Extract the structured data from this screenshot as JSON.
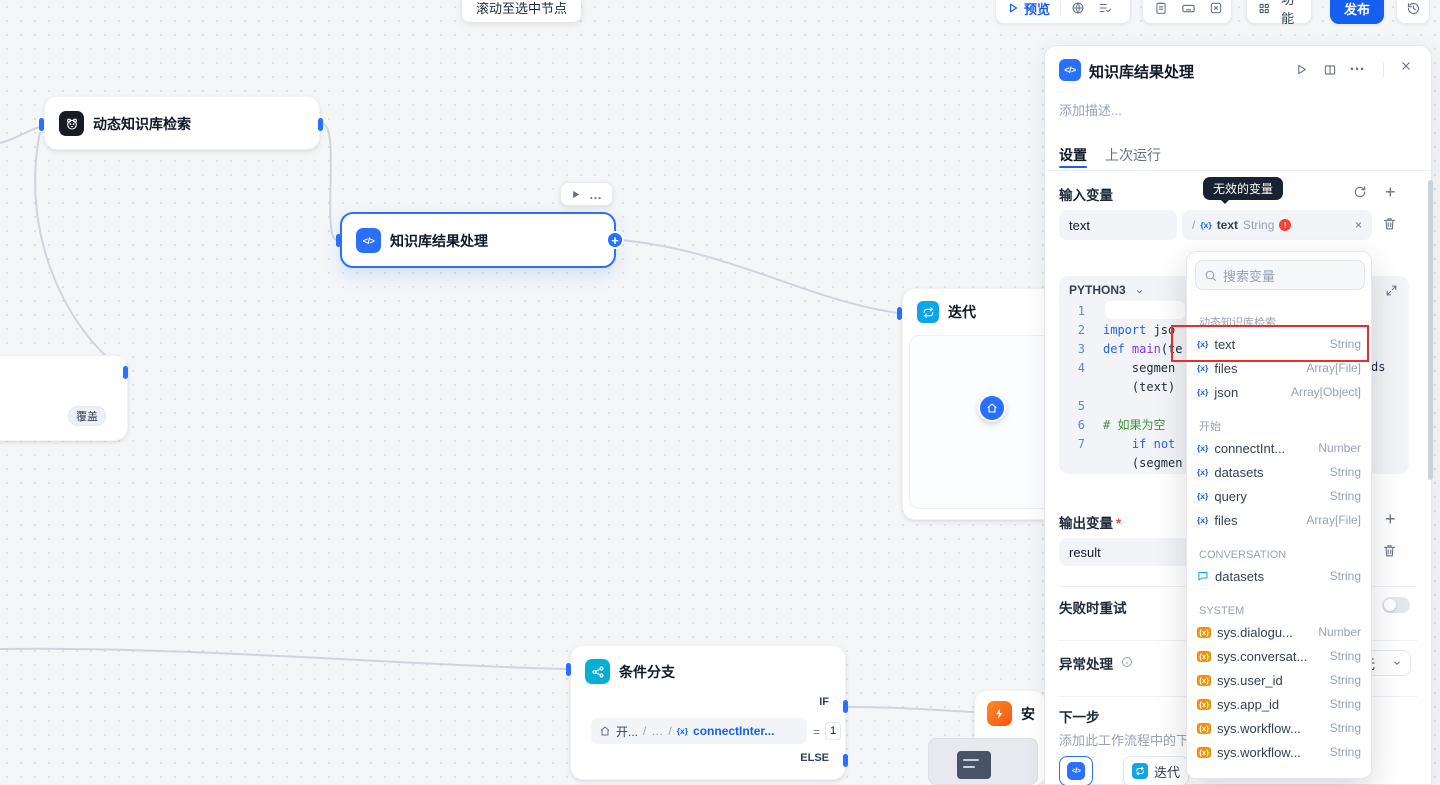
{
  "colors": {
    "accent": "#155eef",
    "selected_node": "#2970ff",
    "error": "#f04438",
    "edge": "#d0d5dd",
    "iteration": "#0ea5e9",
    "condition": "#06aed4",
    "system_variable": "#f79009"
  },
  "topbar": {
    "preview_label": "预览",
    "features_label": "功能",
    "publish_label": "发布"
  },
  "canvas": {
    "scroll_tooltip": "滚动至选中节点",
    "override_label": "覆盖",
    "retrieval_node": {
      "title": "动态知识库检索"
    },
    "code_node": {
      "title": "知识库结果处理"
    },
    "iteration_node": {
      "title": "迭代"
    },
    "condition_node": {
      "title": "条件分支",
      "if": "IF",
      "else": "ELSE",
      "path_start": "开...",
      "path_more": "…",
      "variable": "connectInter...",
      "operator": "=",
      "value": "1"
    },
    "agent_node": {
      "title": "安"
    }
  },
  "panel": {
    "title": "知识库结果处理",
    "description_placeholder": "添加描述...",
    "tab_settings": "设置",
    "tab_last_run": "上次运行",
    "input_vars": {
      "label": "输入变量",
      "invalid_tooltip": "无效的变量",
      "row": {
        "name": "text",
        "path_slash": "/",
        "value_name": "text",
        "value_type": "String",
        "error_mark": "!"
      }
    },
    "variable_picker": {
      "search_placeholder": "搜索变量",
      "groups": [
        {
          "label": "动态知识库检索",
          "items": [
            {
              "icon": "blue",
              "name": "text",
              "type": "String",
              "highlighted": true
            },
            {
              "icon": "blue",
              "name": "files",
              "type": "Array[File]"
            },
            {
              "icon": "blue",
              "name": "json",
              "type": "Array[Object]"
            }
          ]
        },
        {
          "label": "开始",
          "items": [
            {
              "icon": "blue",
              "name": "connectInt...",
              "type": "Number"
            },
            {
              "icon": "blue",
              "name": "datasets",
              "type": "String"
            },
            {
              "icon": "blue",
              "name": "query",
              "type": "String"
            },
            {
              "icon": "blue",
              "name": "files",
              "type": "Array[File]"
            }
          ]
        },
        {
          "label": "CONVERSATION",
          "items": [
            {
              "icon": "chat",
              "name": "datasets",
              "type": "String"
            }
          ]
        },
        {
          "label": "SYSTEM",
          "items": [
            {
              "icon": "orange",
              "name": "sys.dialogu...",
              "type": "Number"
            },
            {
              "icon": "orange",
              "name": "sys.conversat...",
              "type": "String"
            },
            {
              "icon": "orange",
              "name": "sys.user_id",
              "type": "String"
            },
            {
              "icon": "orange",
              "name": "sys.app_id",
              "type": "String"
            },
            {
              "icon": "orange",
              "name": "sys.workflow...",
              "type": "String"
            },
            {
              "icon": "orange",
              "name": "sys.workflow...",
              "type": "String"
            }
          ]
        }
      ]
    },
    "code_editor": {
      "language": "PYTHON3",
      "lines": [
        {
          "n": "1",
          "spans": []
        },
        {
          "n": "2",
          "spans": [
            [
              "kw",
              "import"
            ],
            [
              "pl",
              " jso"
            ]
          ]
        },
        {
          "n": "3",
          "spans": [
            [
              "kw",
              "def"
            ],
            [
              "pl",
              " "
            ],
            [
              "fn",
              "main"
            ],
            [
              "pl",
              "(te"
            ]
          ]
        },
        {
          "n": "4",
          "spans": [
            [
              "pl",
              "    segmen"
            ]
          ]
        },
        {
          "n": "",
          "spans": [
            [
              "pl",
              "    (text)"
            ]
          ]
        },
        {
          "n": "5",
          "spans": []
        },
        {
          "n": "6",
          "spans": [
            [
              "cm",
              "# 如果为空"
            ]
          ]
        },
        {
          "n": "7",
          "spans": [
            [
              "pl",
              "    "
            ],
            [
              "kw",
              "if"
            ],
            [
              "pl",
              " "
            ],
            [
              "kw",
              "not"
            ]
          ]
        },
        {
          "n": "",
          "spans": [
            [
              "pl",
              "    (segmen"
            ]
          ]
        }
      ],
      "overflow_fragment": "ds"
    },
    "output_vars": {
      "label": "输出变量",
      "required": "*",
      "value": "result"
    },
    "retry": {
      "label": "失败时重试"
    },
    "error_handling": {
      "label": "异常处理",
      "value": "无"
    },
    "next_step": {
      "label": "下一步",
      "hint": "添加此工作流程中的下一...",
      "iteration_chip": "迭代"
    }
  }
}
